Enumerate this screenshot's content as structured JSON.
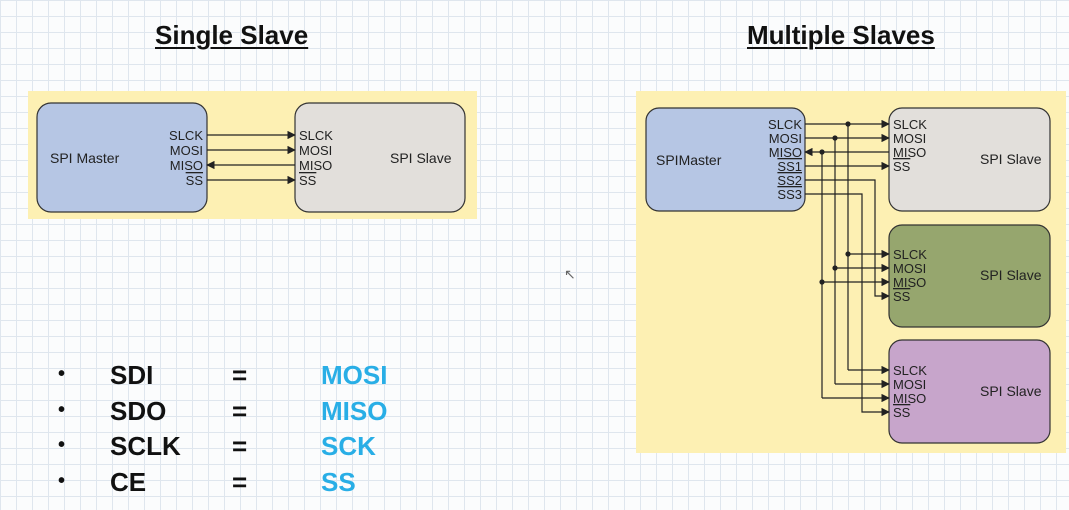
{
  "single": {
    "heading": "Single Slave",
    "master_label": "SPI Master",
    "slave_label": "SPI Slave",
    "pins": [
      "SLCK",
      "MOSI",
      "MISO",
      "SS"
    ]
  },
  "multiple": {
    "heading": "Multiple Slaves",
    "master_label": "SPIMaster",
    "master_pins": [
      "SLCK",
      "MOSI",
      "MISO",
      "SS1",
      "SS2",
      "SS3"
    ],
    "slave_label": "SPI Slave",
    "slave_pins": [
      "SLCK",
      "MOSI",
      "MISO",
      "SS"
    ]
  },
  "colors": {
    "panel_bg": "#fdf0b3",
    "master_box": "#b6c6e4",
    "slave_gray": "#e2dfdb",
    "slave_green": "#96a66e",
    "slave_purple": "#c7a5cb",
    "accent_text": "#29aee6"
  },
  "mapping": [
    {
      "bullet": "•",
      "term": "SDI",
      "eq": "=",
      "value": "MOSI"
    },
    {
      "bullet": "•",
      "term": "SDO",
      "eq": "=",
      "value": "MISO"
    },
    {
      "bullet": "•",
      "term": "SCLK",
      "eq": "=",
      "value": "SCK"
    },
    {
      "bullet": "•",
      "term": "CE",
      "eq": "=",
      "value": "SS"
    }
  ]
}
